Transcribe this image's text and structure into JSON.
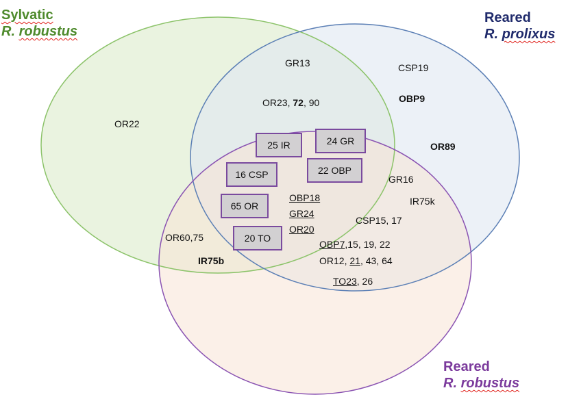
{
  "sets": {
    "sylvatic": {
      "line1": "Sylvatic",
      "line2_prefix": "R. ",
      "line2_word": "robustus",
      "color": "#4e8a2c"
    },
    "reared_prolixus": {
      "line1": "Reared",
      "line2_prefix": "R. ",
      "line2_word": "prolixus",
      "color": "#1f2a6b"
    },
    "reared_robustus": {
      "line1": "Reared",
      "line2_prefix": "R. ",
      "line2_word": "robustus",
      "color": "#7b3a9c"
    }
  },
  "circle_colors": {
    "green": {
      "stroke": "#8cc36a",
      "fill": "#e3efd6"
    },
    "blue": {
      "stroke": "#5b7fb5",
      "fill": "#dfe7f1"
    },
    "purple": {
      "stroke": "#8a53b2",
      "fill": "#f7e3d6"
    }
  },
  "genes": {
    "or22": "OR22",
    "gr13": "GR13",
    "or23_a": "OR23, ",
    "or23_b": "72",
    "or23_c": ", 90",
    "csp19": "CSP19",
    "obp9": "OBP9",
    "or89": "OR89",
    "gr16": "GR16",
    "ir75k": "IR75k",
    "csp15": "CSP15, 17",
    "obp18": "OBP18",
    "gr24": "GR24",
    "or20": "OR20",
    "obp7_a": "OBP7",
    "obp7_b": ",15, 19, 22",
    "or12_a": "OR12, ",
    "or12_b": "21",
    "or12_c": ", 43, 64",
    "to23_a": "TO23",
    "to23_b": ", 26",
    "or60": "OR60,75",
    "ir75b": "IR75b"
  },
  "core_boxes": {
    "ir": "25 IR",
    "gr": "24 GR",
    "csp": "16 CSP",
    "obp": "22 OBP",
    "or": "65 OR",
    "to": "20 TO"
  }
}
